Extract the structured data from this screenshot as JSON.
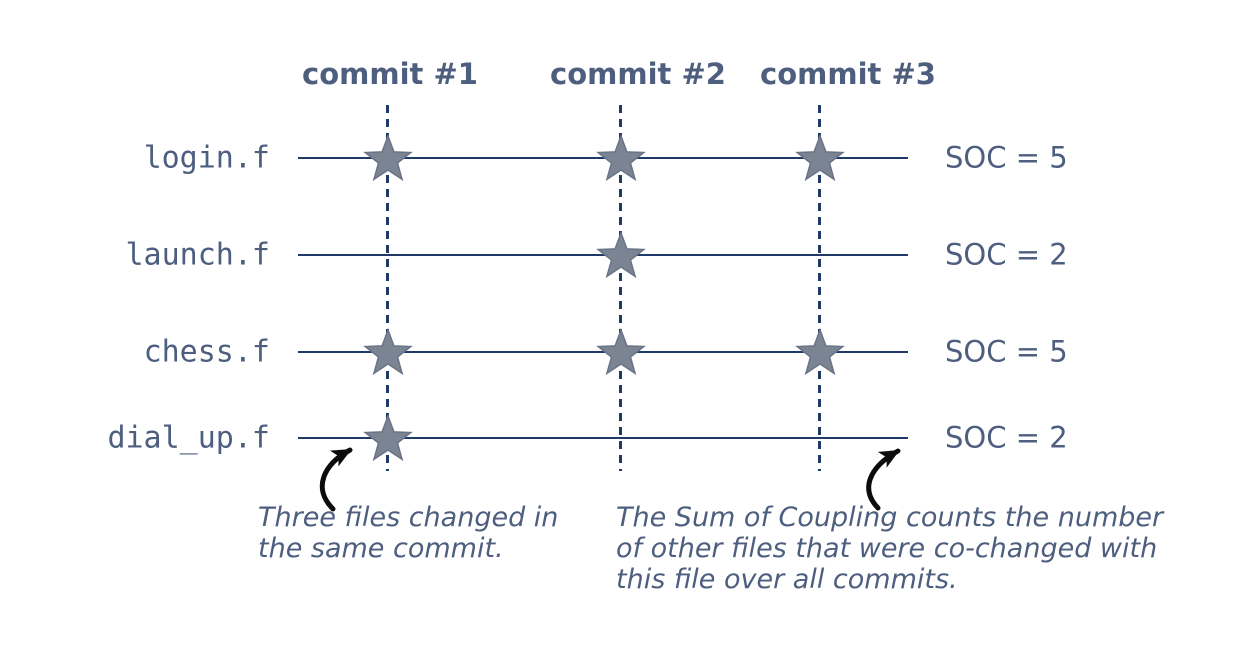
{
  "commits": [
    {
      "label": "commit #1"
    },
    {
      "label": "commit #2"
    },
    {
      "label": "commit #3"
    }
  ],
  "rows": [
    {
      "file": "login.f",
      "soc_label": "SOC = 5",
      "soc_value": 5,
      "changed_in_commits": [
        0,
        1,
        2
      ]
    },
    {
      "file": "launch.f",
      "soc_label": "SOC = 2",
      "soc_value": 2,
      "changed_in_commits": [
        1
      ]
    },
    {
      "file": "chess.f",
      "soc_label": "SOC = 5",
      "soc_value": 5,
      "changed_in_commits": [
        0,
        1,
        2
      ]
    },
    {
      "file": "dial_up.f",
      "soc_label": "SOC = 2",
      "soc_value": 2,
      "changed_in_commits": [
        0
      ]
    }
  ],
  "annotations": [
    {
      "lines": [
        "Three files changed in",
        "the same commit."
      ]
    },
    {
      "lines": [
        "The Sum of Coupling counts the number",
        "of other files that were co-changed with",
        "this file over all commits."
      ]
    }
  ],
  "colors": {
    "text_slate": "#4d5e7f",
    "line_navy": "#1f3a68",
    "star_fill": "#7b8493",
    "star_stroke": "#6a7487",
    "arrow_black": "#0c0c0c",
    "background": "#ffffff"
  }
}
